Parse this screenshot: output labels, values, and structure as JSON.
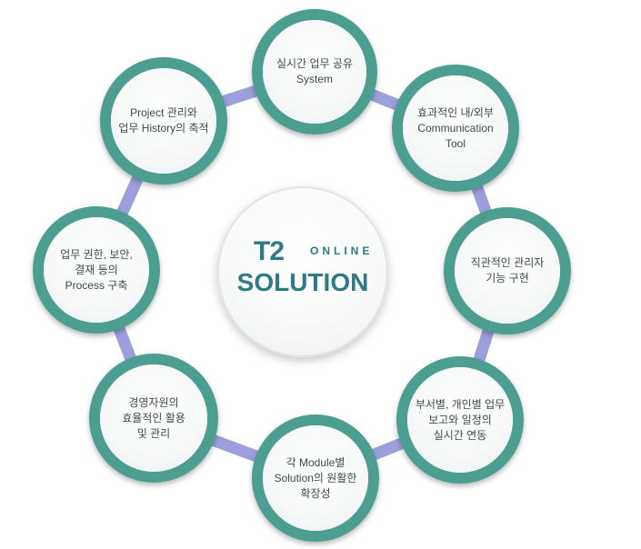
{
  "logo": {
    "brand": "T2",
    "tag": "ONLINE",
    "title": "SOLUTION"
  },
  "nodes": [
    {
      "id": "realtime-sharing",
      "lines": [
        "실시간 업무 공유",
        "System"
      ]
    },
    {
      "id": "communication-tool",
      "lines": [
        "효과적인 내/외부",
        "Communication",
        "Tool"
      ]
    },
    {
      "id": "admin-features",
      "lines": [
        "직관적인 관리자",
        "기능 구현"
      ]
    },
    {
      "id": "schedule-sync",
      "lines": [
        "부서별, 개인별 업무",
        "보고와 일정의",
        "실시간 연동"
      ]
    },
    {
      "id": "module-expansion",
      "lines": [
        "각 Module별",
        "Solution의 원활한",
        "확장성"
      ]
    },
    {
      "id": "resource-management",
      "lines": [
        "경영자원의",
        "효율적인 활용",
        "및 관리"
      ]
    },
    {
      "id": "process-build",
      "lines": [
        "업무 권한, 보안,",
        "결재 등의",
        "Process 구축"
      ]
    },
    {
      "id": "project-history",
      "lines": [
        "Project 관리와",
        "업무 History의 축적"
      ]
    }
  ],
  "colors": {
    "ring": "#4c9e91",
    "link": "#9c9fdc",
    "logo": "#2e7a86",
    "text": "#3e4a4a"
  }
}
